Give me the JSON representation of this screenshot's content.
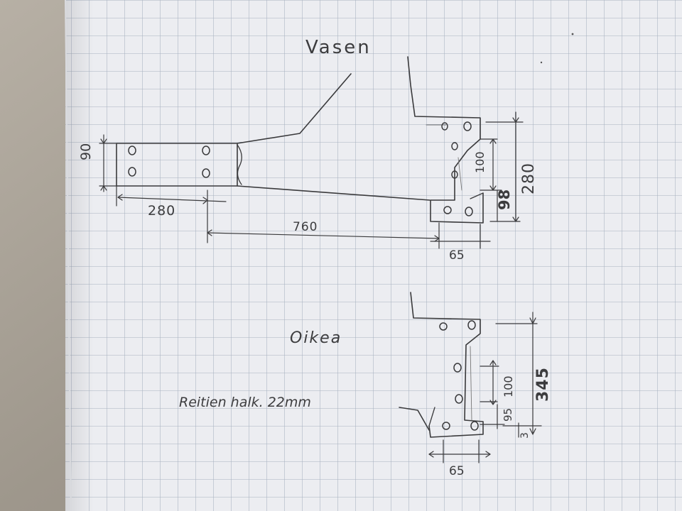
{
  "left_part": {
    "title": "Vasen",
    "dims": {
      "width": "90",
      "hole_spacing": "280",
      "length": "760",
      "flange_width": "65",
      "vertical_spacing": "100",
      "lower_offset": "98",
      "height": "280"
    }
  },
  "right_part": {
    "title": "Oikea",
    "dims": {
      "vertical_spacing": "100",
      "lower_offset": "95",
      "height": "345",
      "small": "3",
      "flange_width": "65"
    }
  },
  "note": "Reitien halk. 22mm",
  "colors": {
    "paper": "#ecedf1",
    "grid": "#a7b1c0",
    "pencil": "#3a3a3c",
    "table": "#a69d90"
  }
}
